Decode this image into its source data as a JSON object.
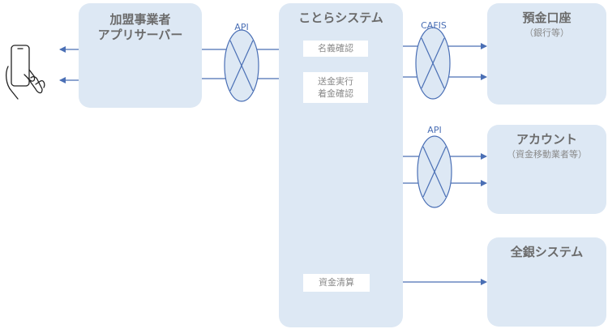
{
  "boxes": {
    "merchant": {
      "title": "加盟事業者\nアプリサーバー"
    },
    "kotora": {
      "title": "ことらシステム"
    },
    "deposit": {
      "title": "預金口座",
      "subtitle": "（銀行等）"
    },
    "account": {
      "title": "アカウント",
      "subtitle": "（資金移動業者等）"
    },
    "zengin": {
      "title": "全銀システム"
    }
  },
  "processes": {
    "name_check": "名義確認",
    "transfer": "送金実行\n着金確認",
    "settlement": "資金清算"
  },
  "networks": {
    "api_merchant": "API",
    "cafis": "CAFIS",
    "api_account": "API"
  },
  "colors": {
    "box_fill": "#dde8f4",
    "line": "#4a6fb5",
    "title_text": "#6b6b6b"
  }
}
